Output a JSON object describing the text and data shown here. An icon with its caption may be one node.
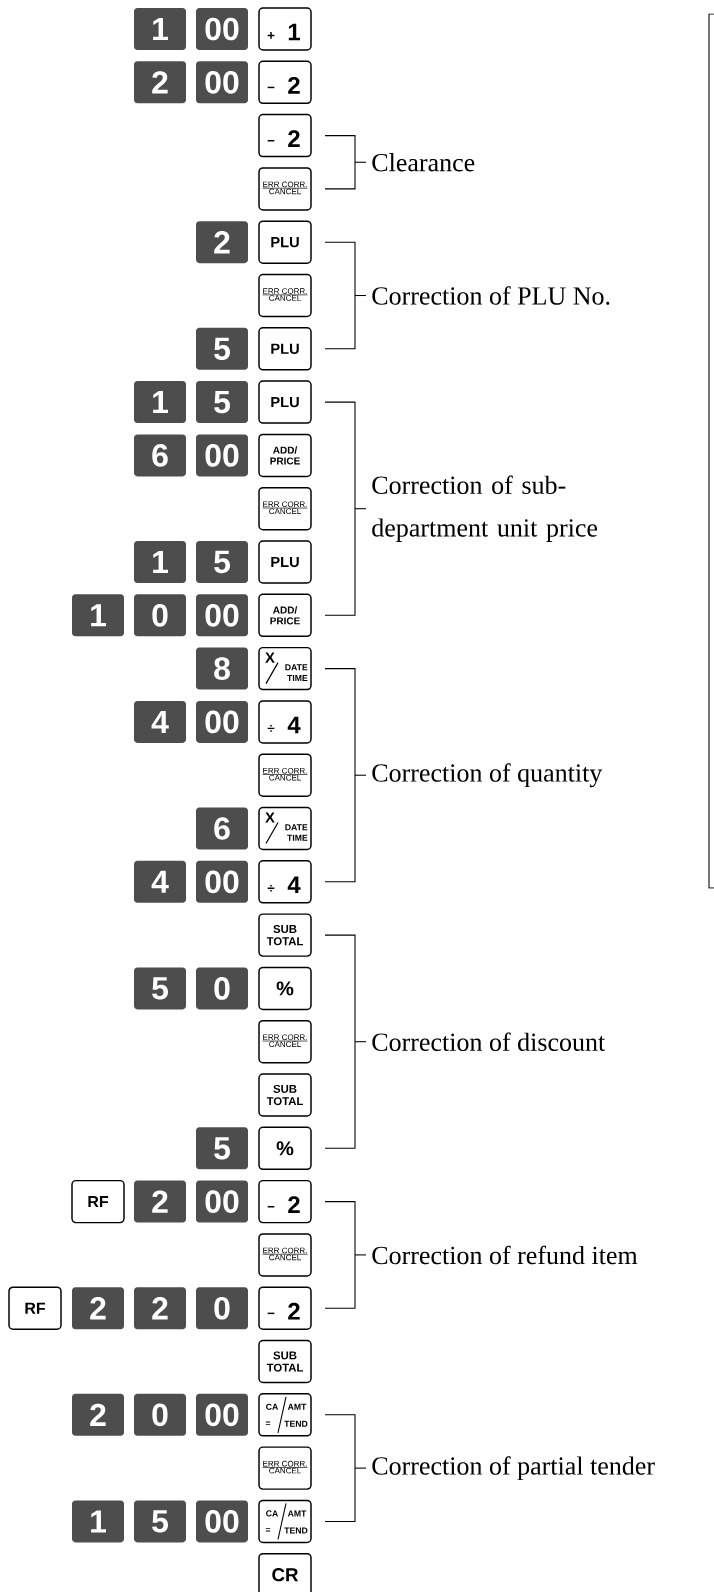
{
  "diagram": {
    "nodes": [
      {
        "text": [
          "1"
        ]
      },
      {
        "text": [
          "00"
        ]
      },
      {
        "text": [
          "+",
          "1"
        ]
      },
      {
        "text": [
          "2"
        ]
      },
      {
        "text": [
          "00"
        ]
      },
      {
        "text": [
          "−",
          "2"
        ]
      },
      {
        "text": [
          "−",
          "2"
        ]
      },
      {
        "text": [
          "ERR CORR.",
          "CANCEL"
        ]
      },
      {
        "text": [
          "2"
        ]
      },
      {
        "text": [
          "PLU"
        ]
      },
      {
        "text": [
          "ERR CORR.",
          "CANCEL"
        ]
      },
      {
        "text": [
          "5"
        ]
      },
      {
        "text": [
          "PLU"
        ]
      },
      {
        "text": [
          "1"
        ]
      },
      {
        "text": [
          "5"
        ]
      },
      {
        "text": [
          "PLU"
        ]
      },
      {
        "text": [
          "6"
        ]
      },
      {
        "text": [
          "00"
        ]
      },
      {
        "text": [
          "ADD/ PRICE"
        ]
      },
      {
        "text": [
          "ERR CORR.",
          "CANCEL"
        ]
      },
      {
        "text": [
          "1"
        ]
      },
      {
        "text": [
          "5"
        ]
      },
      {
        "text": [
          "PLU"
        ]
      },
      {
        "text": [
          "1"
        ]
      },
      {
        "text": [
          "0"
        ]
      },
      {
        "text": [
          "00"
        ]
      },
      {
        "text": [
          "ADD/ PRICE"
        ]
      },
      {
        "text": [
          "8"
        ]
      },
      {
        "text": [
          "X",
          "DATE TIME"
        ]
      },
      {
        "text": [
          "4"
        ]
      },
      {
        "text": [
          "00"
        ]
      },
      {
        "text": [
          "÷",
          "4"
        ]
      },
      {
        "text": [
          "ERR CORR.",
          "CANCEL"
        ]
      },
      {
        "text": [
          "6"
        ]
      },
      {
        "text": [
          "X",
          "DATE TIME"
        ]
      },
      {
        "text": [
          "4"
        ]
      },
      {
        "text": [
          "00"
        ]
      },
      {
        "text": [
          "÷",
          "4"
        ]
      },
      {
        "text": [
          "SUB TOTAL"
        ]
      },
      {
        "text": [
          "5"
        ]
      },
      {
        "text": [
          "0"
        ]
      },
      {
        "text": [
          "%"
        ]
      },
      {
        "text": [
          "ERR CORR.",
          "CANCEL"
        ]
      },
      {
        "text": [
          "SUB TOTAL"
        ]
      },
      {
        "text": [
          "5"
        ]
      },
      {
        "text": [
          "%"
        ]
      },
      {
        "text": [
          "RF"
        ]
      },
      {
        "text": [
          "2"
        ]
      },
      {
        "text": [
          "00"
        ]
      },
      {
        "text": [
          "−",
          "2"
        ]
      },
      {
        "text": [
          "ERR CORR.",
          "CANCEL"
        ]
      },
      {
        "text": [
          "RF"
        ]
      },
      {
        "text": [
          "2"
        ]
      },
      {
        "text": [
          "2"
        ]
      },
      {
        "text": [
          "0"
        ]
      },
      {
        "text": [
          "−",
          "2"
        ]
      },
      {
        "text": [
          "SUB TOTAL"
        ]
      },
      {
        "text": [
          "2"
        ]
      },
      {
        "text": [
          "0"
        ]
      },
      {
        "text": [
          "00"
        ]
      },
      {
        "text": [
          "CA",
          "AMT",
          "=",
          "TEND"
        ]
      },
      {
        "text": [
          "ERR CORR.",
          "CANCEL"
        ]
      },
      {
        "text": [
          "1"
        ]
      },
      {
        "text": [
          "5"
        ]
      },
      {
        "text": [
          "00"
        ]
      },
      {
        "text": [
          "CA",
          "AMT",
          "=",
          "TEND"
        ]
      },
      {
        "text": [
          "CR"
        ]
      }
    ],
    "labels": [
      "Clearance",
      "Correction of PLU No.",
      "Correction of sub-department unit price",
      "Correction of quantity",
      "Correction of discount",
      "Correction of refund item",
      "Correction of partial tender"
    ]
  }
}
